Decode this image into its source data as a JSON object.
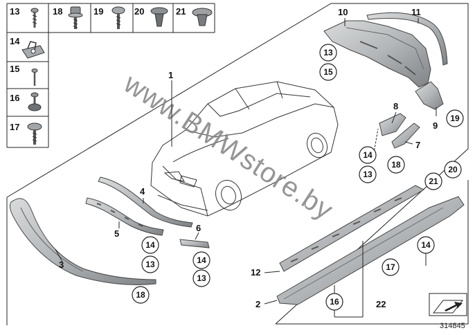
{
  "sidebar": {
    "items": [
      {
        "id": "13",
        "icon": "screw-icon"
      },
      {
        "id": "18",
        "icon": "hex-bolt-icon"
      },
      {
        "id": "19",
        "icon": "pan-screw-icon"
      },
      {
        "id": "20",
        "icon": "expanding-rivet-icon"
      },
      {
        "id": "21",
        "icon": "push-clip-icon"
      },
      {
        "id": "14",
        "icon": "spring-nut-icon"
      },
      {
        "id": "15",
        "icon": "thin-screw-icon"
      },
      {
        "id": "16",
        "icon": "expanding-nut-icon"
      },
      {
        "id": "17",
        "icon": "flange-screw-icon"
      }
    ]
  },
  "callouts": {
    "c1": "1",
    "c2": "2",
    "c3": "3",
    "c4": "4",
    "c5": "5",
    "c6": "6",
    "c7": "7",
    "c8": "8",
    "c9": "9",
    "c10": "10",
    "c11": "11",
    "c12": "12",
    "c22": "22"
  },
  "circled": {
    "rear_13": "13",
    "rear_15": "15",
    "rear_19": "19",
    "mid_14": "14",
    "mid_13": "13",
    "mid_18": "18",
    "front_14": "14",
    "front_13": "13",
    "front_18": "18",
    "small_14": "14",
    "small_13": "13",
    "side_21": "21",
    "side_20": "20",
    "side_14": "14",
    "side_17": "17",
    "side_16": "16"
  },
  "watermark": "www.BMWstore.by",
  "diagram_number": "314845",
  "colors": {
    "line": "#222222",
    "part": "#b9bcbe",
    "part_dark": "#8d9194",
    "watermark": "#8a8a8a"
  }
}
